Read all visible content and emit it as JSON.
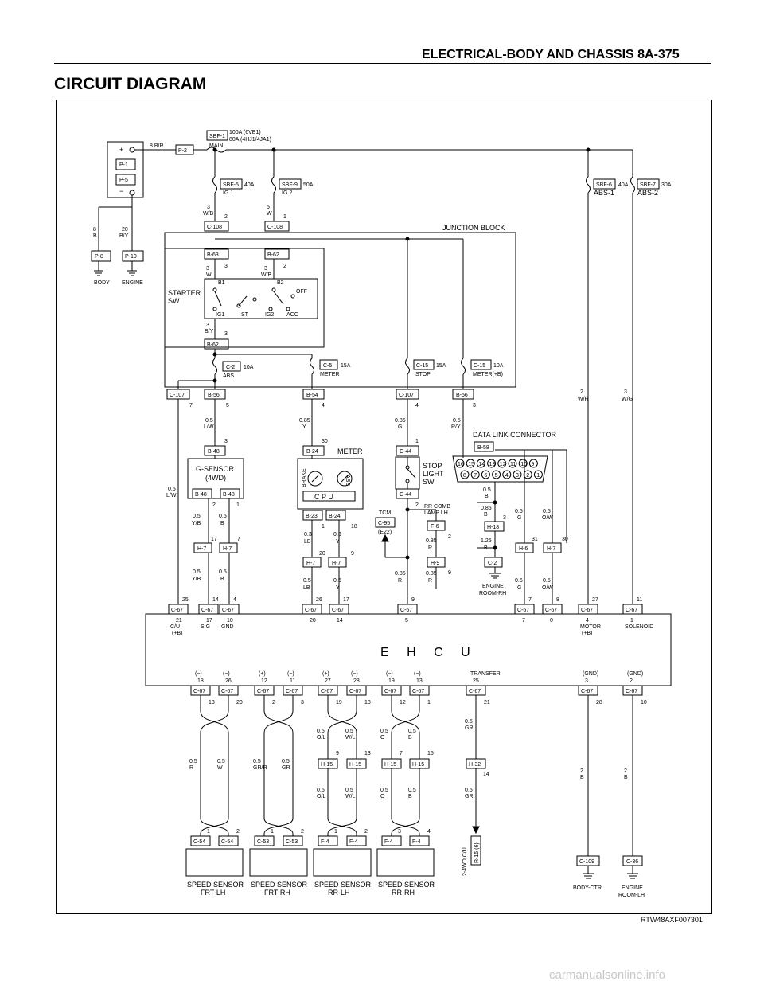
{
  "header": {
    "title": "ELECTRICAL-BODY AND CHASSIS  8A-375"
  },
  "page_title": "CIRCUIT DIAGRAM",
  "figure_code": "RTW48AXF007301",
  "watermark": "carmanualsonline.info",
  "battery": {
    "plus": "+",
    "minus": "−",
    "c1": "P-1",
    "c2": "P-5",
    "wire": "8 B/R",
    "conn": "P-2",
    "w1a": "8",
    "w1b": "B",
    "w2a": "20",
    "w2b": "B/Y",
    "g1": "P-8",
    "g2": "P-10",
    "gl1": "BODY",
    "gl2": "ENGINE"
  },
  "sbf1": {
    "label": "SBF-1",
    "rating1": "100A (6VE1)",
    "rating2": "80A (4HJ1/4JA1)",
    "name": "MAIN"
  },
  "sbf5": {
    "label": "SBF-5",
    "rating": "40A",
    "name": "IG.1"
  },
  "sbf9": {
    "label": "SBF-9",
    "rating": "50A",
    "name": "IG.2"
  },
  "sbf6": {
    "label": "SBF-6",
    "rating": "40A",
    "name": "ABS-1"
  },
  "sbf7": {
    "label": "SBF-7",
    "rating": "30A",
    "name": "ABS-2"
  },
  "jb": {
    "title": "JUNCTION BLOCK",
    "w1a": "3",
    "w1b": "W/B",
    "w2a": "5",
    "w2b": "W",
    "p1": "2",
    "p2": "1",
    "c1": "C-108",
    "c2": "C-108"
  },
  "starter": {
    "title1": "STARTER",
    "title2": "SW",
    "c1": "B-63",
    "c2": "B-62",
    "p1": "3",
    "p2": "2",
    "w1a": "3",
    "w1b": "W",
    "w2a": "3",
    "w2b": "W/B",
    "b1": "B1",
    "b2": "B2",
    "off": "OFF",
    "ig1": "IG1",
    "st": "ST",
    "ig2": "IG2",
    "acc": "ACC",
    "wa": "3",
    "wb": "B/Y",
    "wp": "3",
    "c3": "B-62"
  },
  "fuses": [
    {
      "label": "C-2",
      "rating": "10A",
      "name": "ABS"
    },
    {
      "label": "C-5",
      "rating": "15A",
      "name": "METER"
    },
    {
      "label": "C-15",
      "rating": "15A",
      "name": "STOP"
    },
    {
      "label": "C-15",
      "rating": "10A",
      "name": "METER(+B)"
    }
  ],
  "outconn": [
    {
      "c": "C-107",
      "p": "7"
    },
    {
      "c": "B-56",
      "p": "5"
    },
    {
      "c": "B-54",
      "p": "4"
    },
    {
      "c": "C-107",
      "p": "4"
    },
    {
      "c": "B-56",
      "p": "3"
    }
  ],
  "wires": {
    "lw1": "0.5",
    "lw2": "L/W",
    "lw3": "0.5",
    "lw4": "L/W",
    "y1": "0.85",
    "y2": "Y",
    "g1": "0.85",
    "g2": "G",
    "ry1": "0.5",
    "ry2": "R/Y",
    "wr1": "2",
    "wr2": "W/R",
    "wg1": "3",
    "wg2": "W/G"
  },
  "gsensor": {
    "title1": "G-SENSOR",
    "title2": "(4WD)",
    "top": "B-48",
    "tp": "3",
    "c1": "B-48",
    "c2": "B-48",
    "p1": "2",
    "p2": "1",
    "w1a": "0.5",
    "w1b": "Y/B",
    "w2a": "0.5",
    "w2b": "B",
    "h1p": "17",
    "h2p": "7",
    "h1": "H-7",
    "h2": "H-7",
    "w3a": "0.5",
    "w3b": "Y/B",
    "w4a": "0.5",
    "w4b": "B"
  },
  "meter": {
    "title": "METER",
    "top": "B-24",
    "tp": "30",
    "brake": "BRAKE",
    "abs": "ABS",
    "cpu": "C P U",
    "c1": "B-23",
    "c2": "B-24",
    "p1": "1",
    "p2": "18",
    "w1a": "0.3",
    "w1b": "LB",
    "w2a": "0.3",
    "w2b": "Y",
    "hp1": "20",
    "hp2": "9",
    "h1": "H-7",
    "h2": "H-7",
    "w3a": "0.5",
    "w3b": "LB",
    "w4a": "0.5",
    "w4b": "Y"
  },
  "stop": {
    "title1": "STOP",
    "title2": "LIGHT",
    "title3": "SW",
    "c1": "C-44",
    "p1": "1",
    "c2": "C-44",
    "p2": "2",
    "tcm": "TCM",
    "tcmc": "C-95",
    "tcm2": "(E22)",
    "rr1": "RR COMB",
    "rr2": "LAMP LH",
    "f6": "F-6",
    "f6p": "2",
    "w1a": "0.85",
    "w1b": "R",
    "h9": "H-9",
    "h9p": "9",
    "w2a": "0.85",
    "w2b": "R",
    "w3a": "0.85",
    "w3b": "R"
  },
  "dlc": {
    "title": "DATA LINK CONNECTOR",
    "conn": "B-58",
    "row1": [
      "16",
      "15",
      "14",
      "13",
      "12",
      "11",
      "10",
      "9"
    ],
    "row2": [
      "8",
      "7",
      "6",
      "5",
      "4",
      "3",
      "2",
      "1"
    ],
    "w1a": "0.5",
    "w1b": "B",
    "w2a": "0.85",
    "w2b": "B",
    "p3": "3",
    "h18": "H-18",
    "w3a": "1.25",
    "w3b": "B",
    "c2": "C-2",
    "g1": "ENGINE",
    "g2": "ROOM-RH",
    "w4a": "0.5",
    "w4b": "G",
    "w5a": "0.5",
    "w5b": "O/W",
    "hp1": "31",
    "hp2": "30",
    "h1": "H-6",
    "h2": "H-7",
    "w6a": "0.5",
    "w6b": "G",
    "w7a": "0.5",
    "w7b": "O/W"
  },
  "ehcu": {
    "name": "E H C U",
    "top": [
      {
        "c": "C-67",
        "p": "25",
        "n": "21",
        "l1": "C/U",
        "l2": "(+B)"
      },
      {
        "c": "C-67",
        "p": "14",
        "n": "17",
        "l1": "SIG",
        "l2": ""
      },
      {
        "c": "C-67",
        "p": "4",
        "n": "10",
        "l1": "GND",
        "l2": ""
      },
      {
        "c": "C-67",
        "p": "26",
        "n": "20",
        "l1": "",
        "l2": ""
      },
      {
        "c": "C-67",
        "p": "17",
        "n": "14",
        "l1": "",
        "l2": ""
      },
      {
        "c": "C-67",
        "p": "9",
        "n": "5",
        "l1": "",
        "l2": ""
      },
      {
        "c": "C-67",
        "p": "7",
        "n": "7",
        "l1": "",
        "l2": ""
      },
      {
        "c": "C-67",
        "p": "8",
        "n": "0",
        "l1": "",
        "l2": ""
      },
      {
        "c": "C-67",
        "p": "27",
        "n": "4",
        "l1": "MOTOR",
        "l2": "(+B)"
      },
      {
        "c": "C-67",
        "p": "11",
        "n": "1",
        "l1": "SOLENOID",
        "l2": ""
      }
    ],
    "bottom": [
      {
        "sign": "(−)",
        "n": "18",
        "c": "C-67",
        "p": "13"
      },
      {
        "sign": "(−)",
        "n": "26",
        "c": "C-67",
        "p": "20"
      },
      {
        "sign": "(+)",
        "n": "12",
        "c": "C-67",
        "p": "2"
      },
      {
        "sign": "(−)",
        "n": "11",
        "c": "C-67",
        "p": "3"
      },
      {
        "sign": "(+)",
        "n": "27",
        "c": "C-67",
        "p": "19"
      },
      {
        "sign": "(−)",
        "n": "28",
        "c": "C-67",
        "p": "18"
      },
      {
        "sign": "(−)",
        "n": "19",
        "c": "C-67",
        "p": "12"
      },
      {
        "sign": "(−)",
        "n": "13",
        "c": "C-67",
        "p": "1"
      },
      {
        "sign": "TRANSFER",
        "n": "25",
        "c": "C-67",
        "p": "21"
      },
      {
        "sign": "(GND)",
        "n": "3",
        "c": "C-67",
        "p": "28"
      },
      {
        "sign": "(GND)",
        "n": "2",
        "c": "C-67",
        "p": "10"
      }
    ]
  },
  "lower": {
    "w": [
      {
        "a": "0.5",
        "b": "R"
      },
      {
        "a": "0.5",
        "b": "W"
      },
      {
        "a": "0.5",
        "b": "GR/R"
      },
      {
        "a": "0.5",
        "b": "GR"
      },
      {
        "a": "0.5",
        "b": "O/L"
      },
      {
        "a": "0.5",
        "b": "W/L"
      },
      {
        "a": "0.5",
        "b": "O"
      },
      {
        "a": "0.5",
        "b": "B"
      }
    ],
    "h15": [
      "H-15",
      "H-15",
      "H-15",
      "H-15"
    ],
    "h15p": [
      "9",
      "13",
      "7",
      "15"
    ],
    "tr1a": "0.5",
    "tr1b": "GR",
    "h32": "H-32",
    "h32p": "14",
    "tr2a": "0.5",
    "tr2b": "GR",
    "trdest": "2-4WD C/U",
    "trconn": "R-15 (6)",
    "g1a": "2",
    "g1b": "B",
    "g2a": "2",
    "g2b": "B",
    "gc1": "C-109",
    "gc2": "C-36",
    "gl1": "BODY-CTR",
    "gl2a": "ENGINE",
    "gl2b": "ROOM-LH",
    "sensors": [
      {
        "c1": "C-54",
        "c2": "C-54",
        "p1": "1",
        "p2": "2",
        "n1": "SPEED SENSOR",
        "n2": "FRT-LH"
      },
      {
        "c1": "C-53",
        "c2": "C-53",
        "p1": "1",
        "p2": "2",
        "n1": "SPEED SENSOR",
        "n2": "FRT-RH"
      },
      {
        "c1": "F-4",
        "c2": "F-4",
        "p1": "1",
        "p2": "2",
        "n1": "SPEED SENSOR",
        "n2": "RR-LH"
      },
      {
        "c1": "F-4",
        "c2": "F-4",
        "p1": "3",
        "p2": "4",
        "n1": "SPEED SENSOR",
        "n2": "RR-RH"
      }
    ]
  }
}
